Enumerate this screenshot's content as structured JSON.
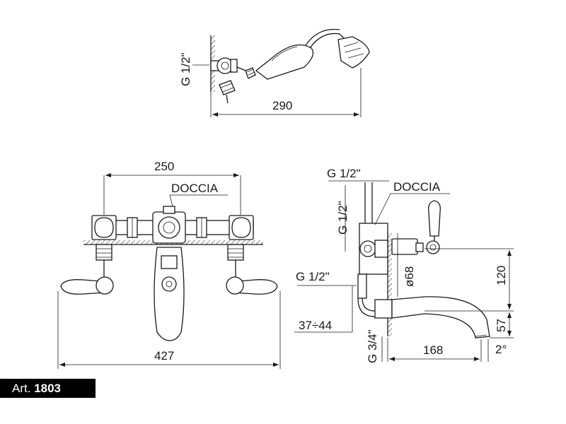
{
  "article": {
    "prefix": "Art.",
    "code": "1803"
  },
  "handshower": {
    "length": "290",
    "thread": "G 1/2\""
  },
  "front_view": {
    "centers": "250",
    "overall_width": "427",
    "outlet_label": "DOCCIA"
  },
  "side_view": {
    "top_thread": "G 1/2\"",
    "vertical_thread": "G 1/2\"",
    "outlet_label": "DOCCIA",
    "inlet_thread": "G 1/2\"",
    "body_diameter": "ø68",
    "spout_height": "120",
    "spout_drop": "57",
    "eccentric_range": "37÷44",
    "supply_thread": "G 3/4\"",
    "spout_reach": "168",
    "spout_angle": "2°"
  }
}
